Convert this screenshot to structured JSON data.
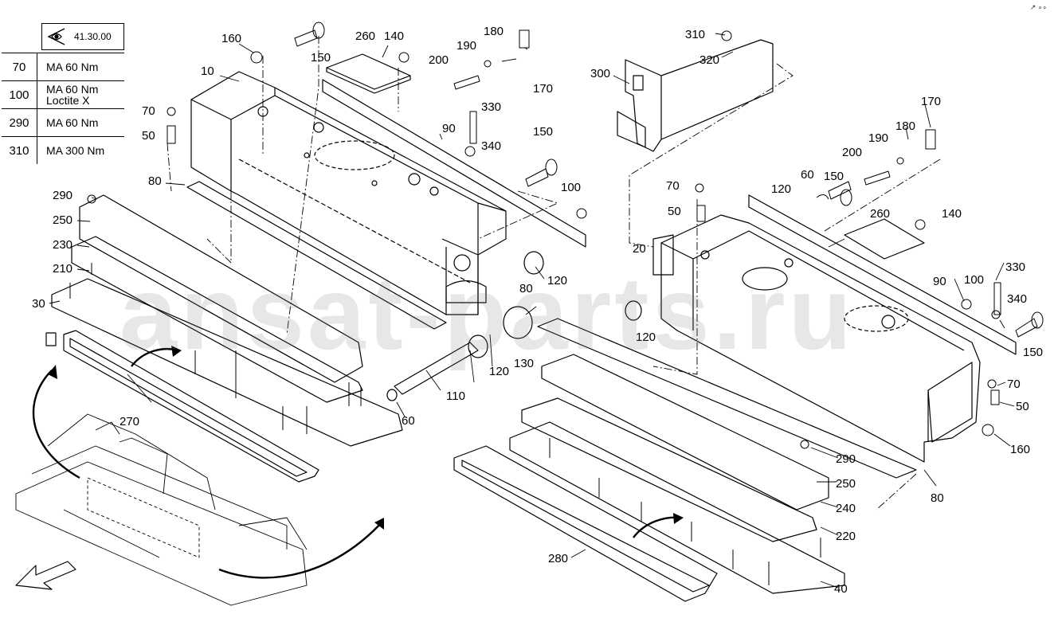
{
  "sheet": {
    "view_code": "41.30.00",
    "watermark": "ansat-parts.ru",
    "corner_mark": "↗ ∘∘",
    "torque_table": [
      {
        "pos": "70",
        "value": "MA 60 Nm"
      },
      {
        "pos": "100",
        "value": "MA 60 Nm",
        "note": "Loctite X"
      },
      {
        "pos": "290",
        "value": "MA 60 Nm"
      },
      {
        "pos": "310",
        "value": "MA 300 Nm"
      }
    ]
  },
  "callouts": {
    "c10": "10",
    "c160a": "160",
    "c150a": "150",
    "c260a": "260",
    "c140a": "140",
    "c180a": "180",
    "c190a": "190",
    "c200a": "200",
    "c170a": "170",
    "c70a": "70",
    "c50a": "50",
    "c90a": "90",
    "c330a": "330",
    "c340a": "340",
    "c150b": "150",
    "c100a": "100",
    "c80a": "80",
    "c290a": "290",
    "c250a": "250",
    "c230": "230",
    "c210": "210",
    "c30": "30",
    "c120a": "120",
    "c80b": "80",
    "c120b": "120",
    "c120c": "120",
    "c130": "130",
    "c110": "110",
    "c60a": "60",
    "c270": "270",
    "c310": "310",
    "c320": "320",
    "c300": "300",
    "c170b": "170",
    "c180b": "180",
    "c190b": "190",
    "c200b": "200",
    "c70b": "70",
    "c60b": "60",
    "c150c": "150",
    "c120d": "120",
    "c50b": "50",
    "c260b": "260",
    "c140b": "140",
    "c20": "20",
    "c330b": "330",
    "c90b": "90",
    "c100b": "100",
    "c340b": "340",
    "c150d": "150",
    "c70c": "70",
    "c50c": "50",
    "c160b": "160",
    "c290b": "290",
    "c250b": "250",
    "c240": "240",
    "c220": "220",
    "c80c": "80",
    "c280": "280",
    "c40": "40"
  }
}
